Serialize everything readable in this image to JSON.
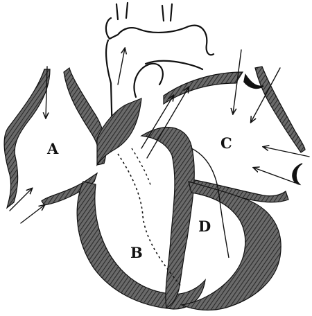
{
  "colors": {
    "ink": "#111111",
    "muscle": "#5f5f5f",
    "background": "#ffffff"
  },
  "labels": {
    "a": "A",
    "b": "B",
    "c": "C",
    "d": "D"
  }
}
